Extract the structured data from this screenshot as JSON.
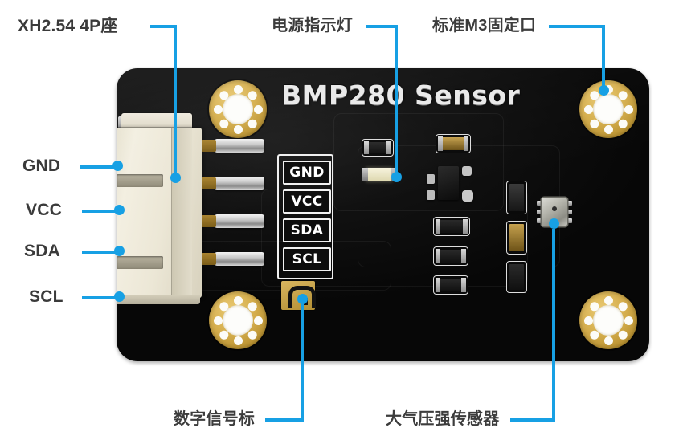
{
  "figure": {
    "subject": "BMP280 Sensor board",
    "board_title": "BMP280 Sensor",
    "board_color": "#0d0d0d",
    "callout_color": "#17a0e4",
    "label_text_color": "#3c3c3c"
  },
  "callouts": [
    {
      "id": "connector",
      "label": "XH2.54 4P座",
      "position": "top-left"
    },
    {
      "id": "power-led",
      "label": "电源指示灯",
      "position": "top-center"
    },
    {
      "id": "m3-mount-hole",
      "label": "标准M3固定口",
      "position": "top-right"
    },
    {
      "id": "digital-marker",
      "label": "数字信号标",
      "position": "bottom-left"
    },
    {
      "id": "pressure-sensor",
      "label": "大气压强传感器",
      "position": "bottom-right"
    }
  ],
  "pin_labels": [
    {
      "name": "GND",
      "label": "GND"
    },
    {
      "name": "VCC",
      "label": "VCC"
    },
    {
      "name": "SDA",
      "label": "SDA"
    },
    {
      "name": "SCL",
      "label": "SCL"
    }
  ],
  "silkscreen_pins": [
    "GND",
    "VCC",
    "SDA",
    "SCL"
  ]
}
